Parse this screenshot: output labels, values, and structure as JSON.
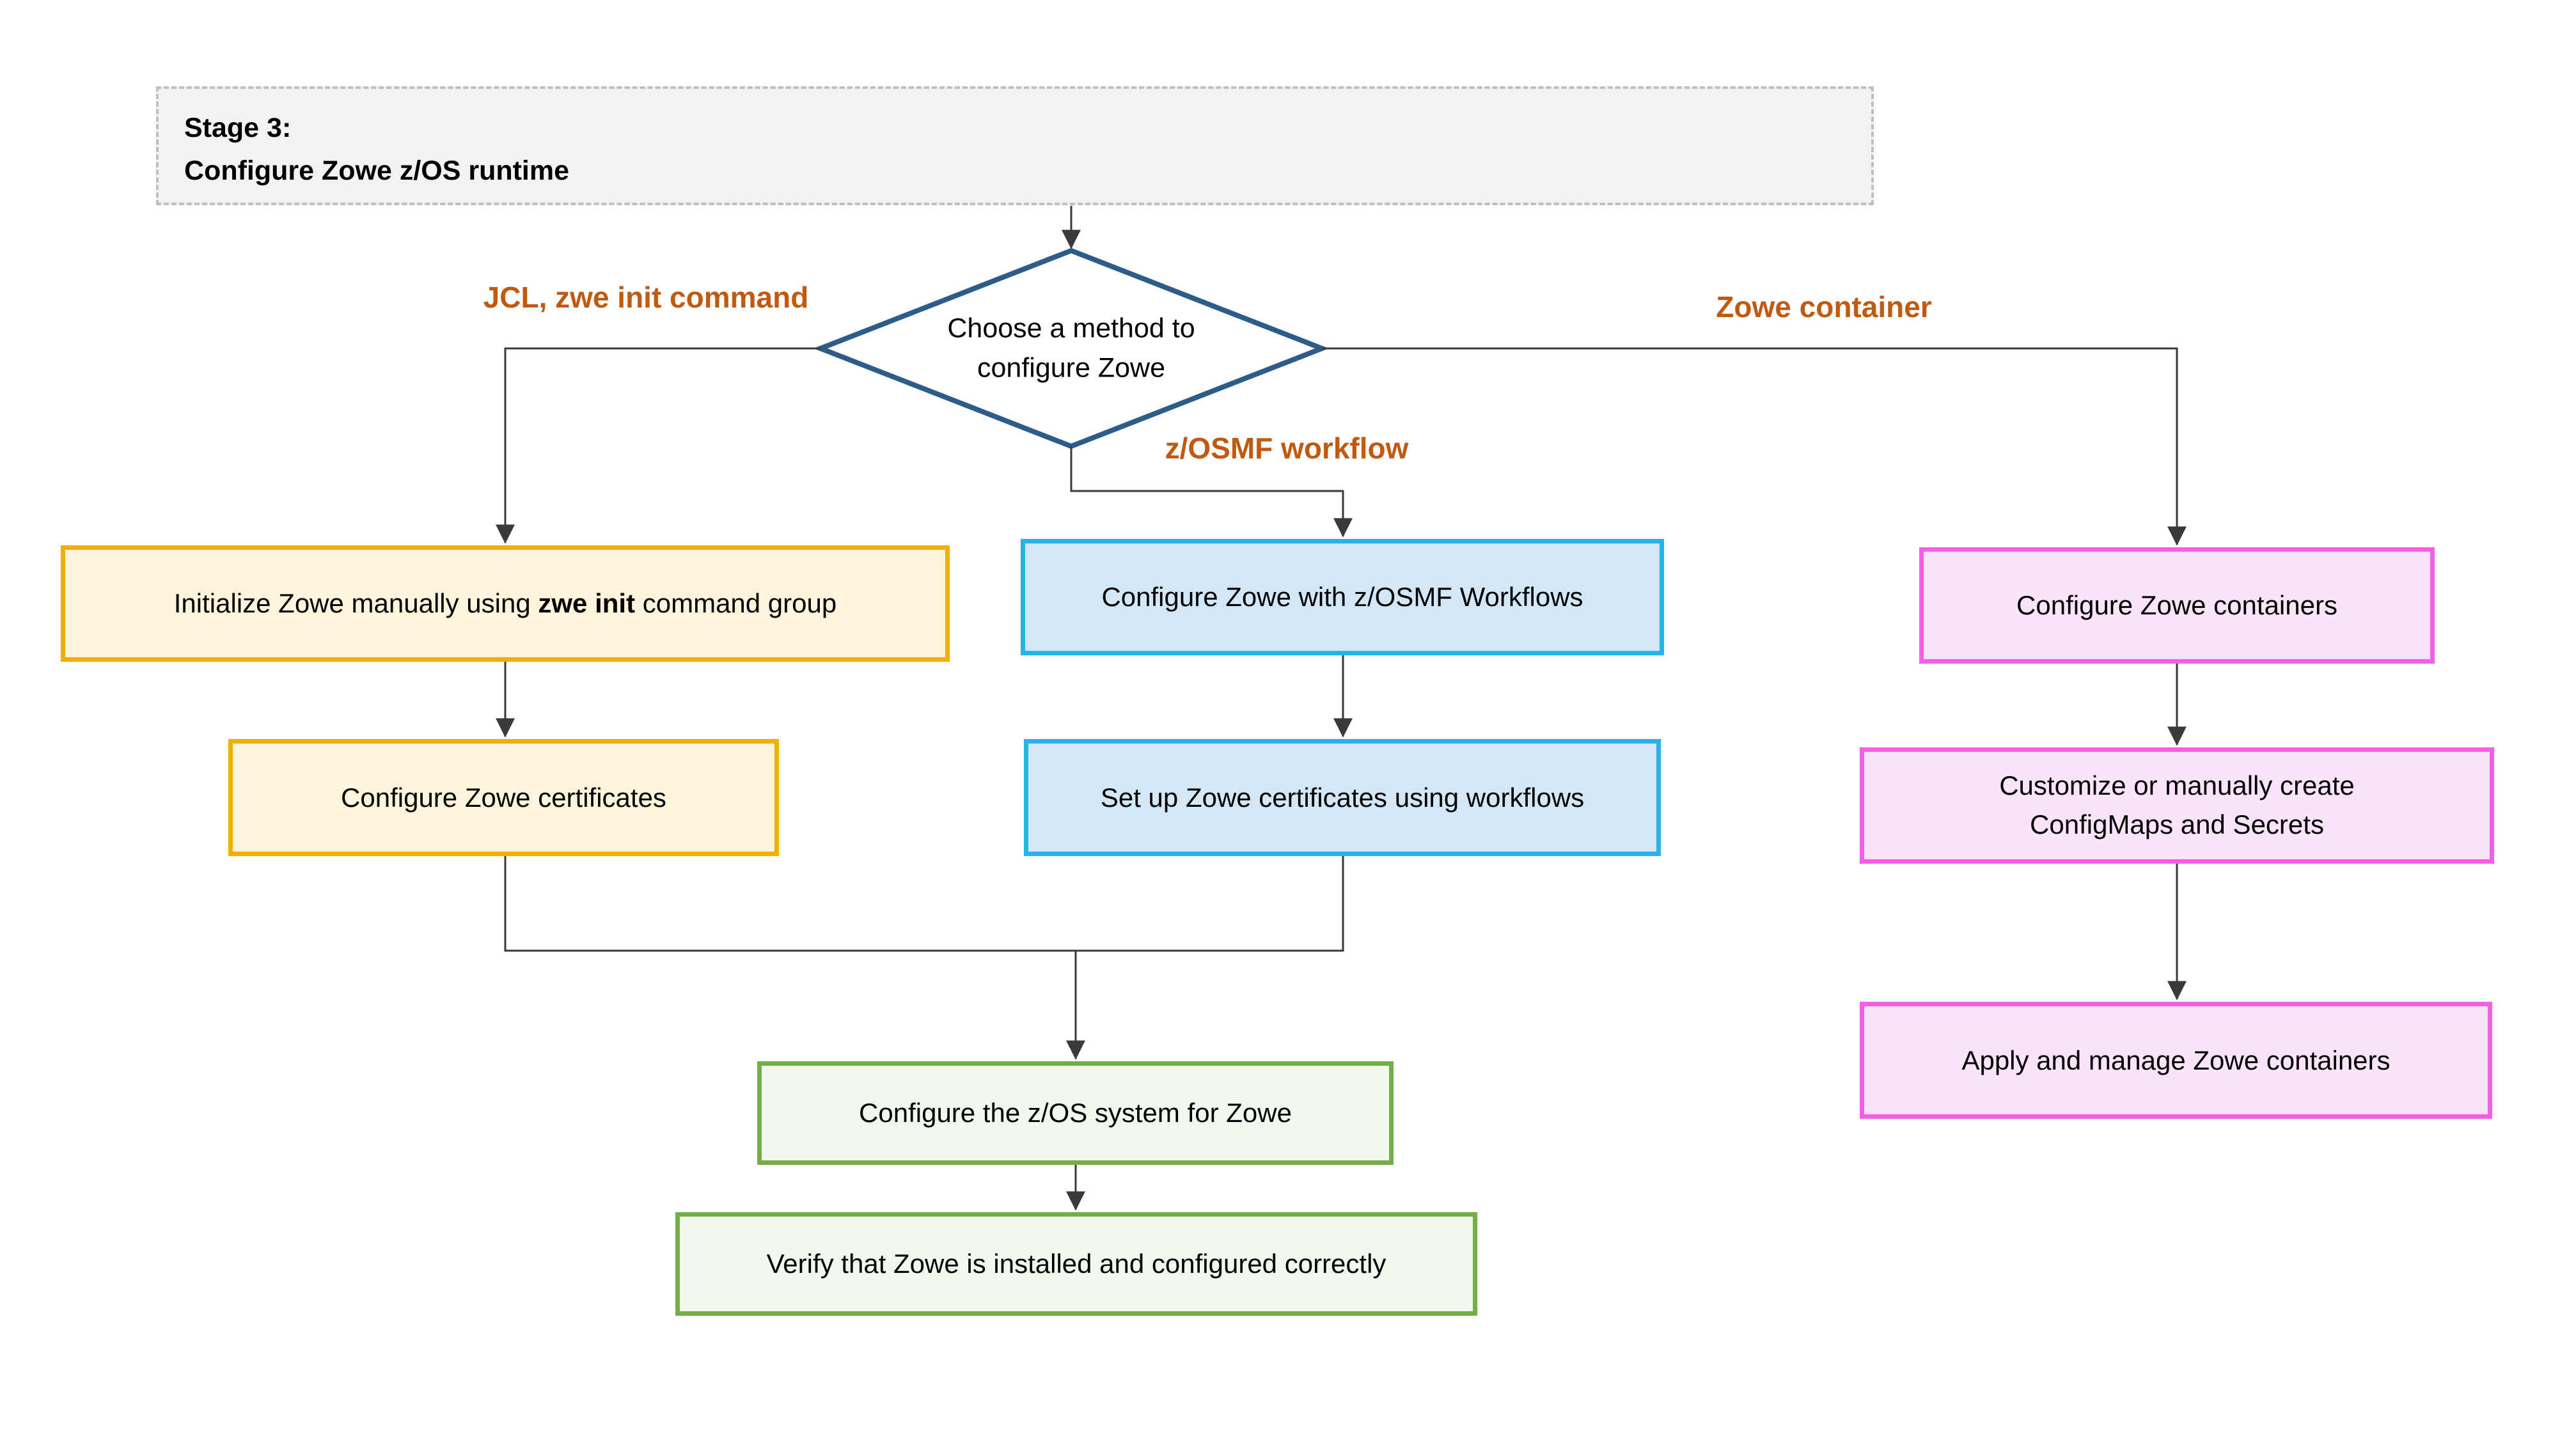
{
  "title": {
    "line1": "Stage 3:",
    "line2": "Configure Zowe z/OS runtime"
  },
  "decision": {
    "line1": "Choose a method to",
    "line2": "configure Zowe"
  },
  "branch_labels": {
    "jcl": "JCL, zwe init command",
    "zosmf": "z/OSMF workflow",
    "container": "Zowe container"
  },
  "nodes": {
    "init_manual": {
      "pre": "Initialize Zowe manually using ",
      "code": "zwe init",
      "post": " command group"
    },
    "config_certs": "Configure Zowe certificates",
    "config_workflows": "Configure Zowe with z/OSMF Workflows",
    "setup_certs_workflows": "Set up Zowe certificates using workflows",
    "config_containers": "Configure Zowe containers",
    "customize_configmaps": {
      "line1": "Customize or manually create",
      "line2": "ConfigMaps and Secrets"
    },
    "apply_manage": "Apply and manage Zowe containers",
    "config_zos": "Configure the z/OS system for Zowe",
    "verify": "Verify that Zowe is installed and configured correctly"
  },
  "colors": {
    "banner_fill": "#f2f2f2",
    "banner_border": "#bfbfbf",
    "connector": "#3a3a3a",
    "decision_border": "#2e5c8a",
    "branch_label": "#c05a11",
    "yellow_border": "#f0b000",
    "yellow_fill": "#fdf4dc",
    "blue_border": "#29b2e8",
    "blue_fill": "#d2e7f7",
    "pink_border": "#f45fe3",
    "pink_fill": "#fae4fa",
    "green_border": "#73ae49",
    "green_fill": "#f1f9ee"
  }
}
